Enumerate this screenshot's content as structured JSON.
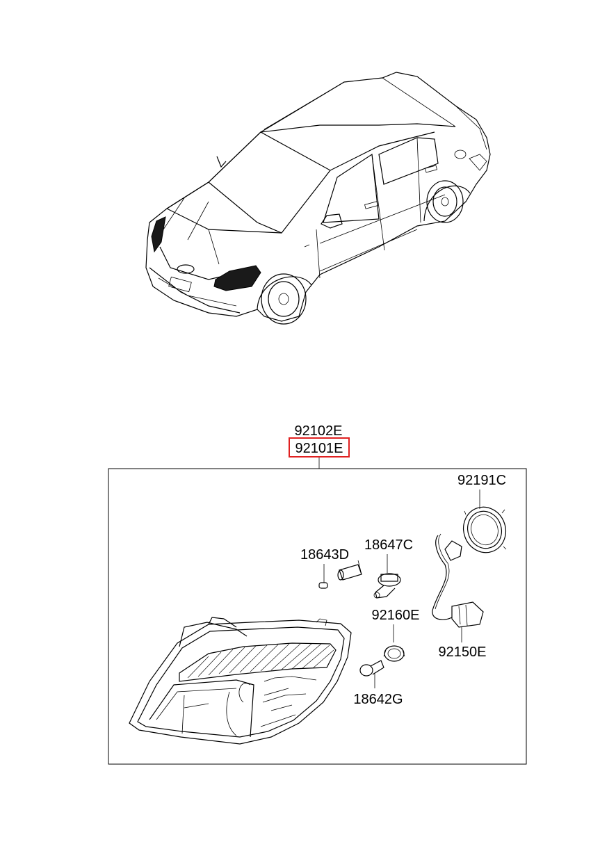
{
  "callouts": {
    "assembly_rh": "92102E",
    "assembly_lh": "92101E",
    "retainer": "92191C",
    "bulb_side": "18643D",
    "bulb_head": "18647C",
    "socket": "92160E",
    "wiring": "92150E",
    "bulb_turn": "18642G"
  },
  "colors": {
    "highlight_box": "#e02020",
    "line": "#000000",
    "dark_fill": "#1a1a1a"
  }
}
